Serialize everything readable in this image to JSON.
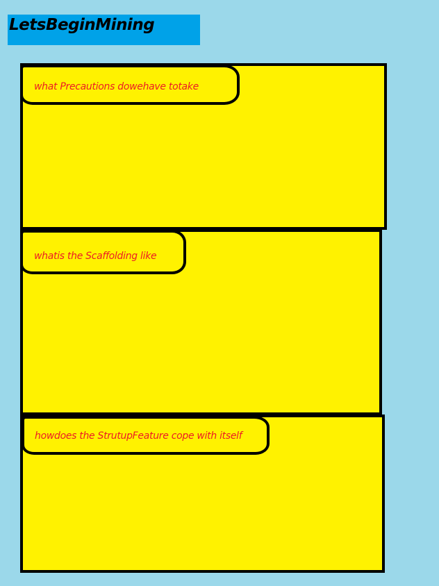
{
  "header": {
    "title": "LetsBeginMining"
  },
  "sections": [
    {
      "question": "what Precautions dowehave totake"
    },
    {
      "question": "whatis the Scaffolding like"
    },
    {
      "question": "howdoes the StrutupFeature cope with itself"
    }
  ],
  "colors": {
    "background": "#9bd8ea",
    "title_banner": "#00a2e8",
    "panel_fill": "#fff200",
    "border": "#000000",
    "question_text": "#ed1c24"
  }
}
